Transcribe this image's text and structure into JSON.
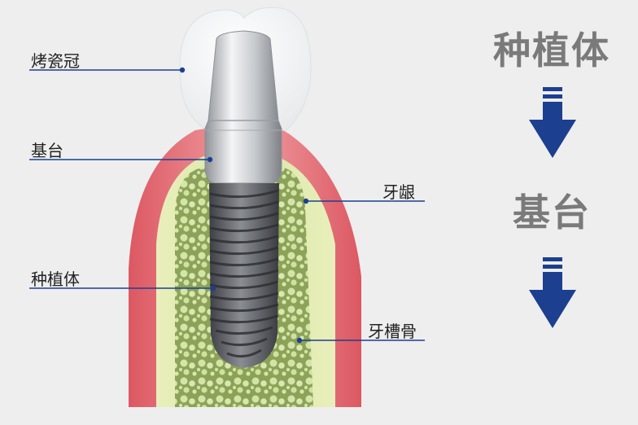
{
  "labels": {
    "crown": "烤瓷冠",
    "abutment": "基台",
    "implant": "种植体",
    "gum": "牙龈",
    "bone": "牙槽骨"
  },
  "flow": {
    "step1": "种植体",
    "step2": "基台"
  },
  "colors": {
    "leader_line": "#1c3f8f",
    "arrow": "#1c3f8f",
    "gum": "#e56a72",
    "bone": "#cfe0a0",
    "crown": "#ffffff",
    "abutment": "#c9ccd0",
    "implant_screw": "#5b5d62",
    "side_text": "#7a7a7a"
  }
}
